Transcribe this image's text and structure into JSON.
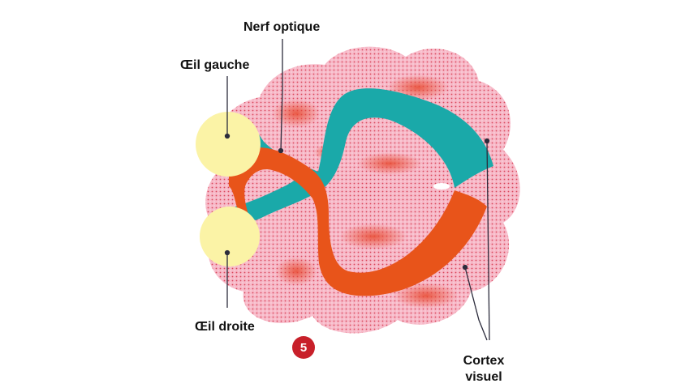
{
  "labels": {
    "optic_nerve": "Nerf optique",
    "left_eye": "Œil gauche",
    "right_eye": "Œil droite",
    "cortex_line1": "Cortex",
    "cortex_line2": "visuel"
  },
  "step_badge": "5",
  "colors": {
    "brain": "#f6b4c4",
    "brain_dots": "#d8425a",
    "brain_folds": "#ea5a44",
    "eye": "#fbf3a6",
    "left_pathway": "#1aa9a9",
    "right_pathway": "#e8541a",
    "badge": "#c8202a"
  }
}
